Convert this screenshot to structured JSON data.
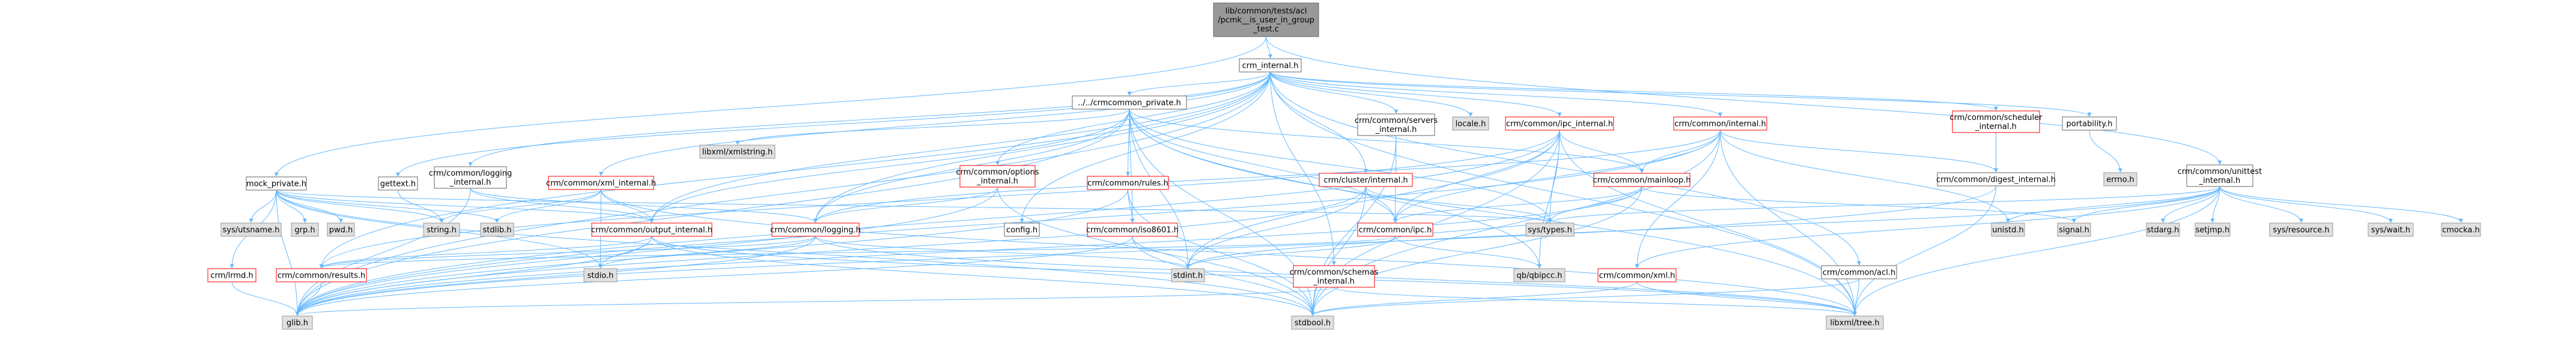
{
  "colors": {
    "edge": "#63b8ff",
    "root_fill": "#999999",
    "root_stroke": "#666666",
    "node_fill": "#ffffff",
    "node_stroke": "#666666",
    "link_stroke": "#ff0000",
    "external_fill": "#e0e0e0",
    "external_stroke": "#999999",
    "text": "#000000"
  },
  "nodes": [
    {
      "id": "root",
      "kind": "root",
      "lines": [
        "lib/common/tests/acl",
        "/pcmk__is_user_in_group",
        "_test.c"
      ]
    },
    {
      "id": "crm_internal",
      "kind": "plain",
      "lines": [
        "crm_internal.h"
      ]
    },
    {
      "id": "crm_unittest",
      "kind": "plain",
      "lines": [
        "crm/common/unittest",
        "_internal.h"
      ]
    },
    {
      "id": "mock_private",
      "kind": "plain",
      "lines": [
        "mock_private.h"
      ]
    },
    {
      "id": "gettext",
      "kind": "plain",
      "lines": [
        "gettext.h"
      ]
    },
    {
      "id": "logging_internal",
      "kind": "plain",
      "lines": [
        "crm/common/logging",
        "_internal.h"
      ]
    },
    {
      "id": "crmcommon_private",
      "kind": "plain",
      "lines": [
        "../../crmcommon_private.h"
      ]
    },
    {
      "id": "servers_internal",
      "kind": "plain",
      "lines": [
        "crm/common/servers",
        "_internal.h"
      ]
    },
    {
      "id": "locale",
      "kind": "external",
      "lines": [
        "locale.h"
      ]
    },
    {
      "id": "ipc_internal",
      "kind": "link",
      "lines": [
        "crm/common/ipc_internal.h"
      ]
    },
    {
      "id": "common_internal",
      "kind": "link",
      "lines": [
        "crm/common/internal.h"
      ]
    },
    {
      "id": "scheduler_internal",
      "kind": "link",
      "lines": [
        "crm/common/scheduler",
        "_internal.h"
      ]
    },
    {
      "id": "portability",
      "kind": "plain",
      "lines": [
        "portability.h"
      ]
    },
    {
      "id": "errno",
      "kind": "external",
      "lines": [
        "errno.h"
      ]
    },
    {
      "id": "digest_internal",
      "kind": "plain",
      "lines": [
        "crm/common/digest_internal.h"
      ]
    },
    {
      "id": "xml_internal",
      "kind": "link",
      "lines": [
        "crm/common/xml_internal.h"
      ]
    },
    {
      "id": "libxml_xmlstring",
      "kind": "external",
      "lines": [
        "libxml/xmlstring.h"
      ]
    },
    {
      "id": "options_internal",
      "kind": "link",
      "lines": [
        "crm/common/options",
        "_internal.h"
      ]
    },
    {
      "id": "rules",
      "kind": "link",
      "lines": [
        "crm/common/rules.h"
      ]
    },
    {
      "id": "cluster_internal",
      "kind": "link",
      "lines": [
        "crm/cluster/internal.h"
      ]
    },
    {
      "id": "mainloop",
      "kind": "link",
      "lines": [
        "crm/common/mainloop.h"
      ]
    },
    {
      "id": "sys_utsname",
      "kind": "external",
      "lines": [
        "sys/utsname.h"
      ]
    },
    {
      "id": "grp",
      "kind": "external",
      "lines": [
        "grp.h"
      ]
    },
    {
      "id": "pwd",
      "kind": "external",
      "lines": [
        "pwd.h"
      ]
    },
    {
      "id": "string",
      "kind": "external",
      "lines": [
        "string.h"
      ]
    },
    {
      "id": "stdlib",
      "kind": "external",
      "lines": [
        "stdlib.h"
      ]
    },
    {
      "id": "output_internal",
      "kind": "link",
      "lines": [
        "crm/common/output_internal.h"
      ]
    },
    {
      "id": "logging",
      "kind": "link",
      "lines": [
        "crm/common/logging.h"
      ]
    },
    {
      "id": "config",
      "kind": "plain",
      "lines": [
        "config.h"
      ]
    },
    {
      "id": "iso8601",
      "kind": "link",
      "lines": [
        "crm/common/iso8601.h"
      ]
    },
    {
      "id": "ipc",
      "kind": "link",
      "lines": [
        "crm/common/ipc.h"
      ]
    },
    {
      "id": "sys_types",
      "kind": "external",
      "lines": [
        "sys/types.h"
      ]
    },
    {
      "id": "unistd",
      "kind": "external",
      "lines": [
        "unistd.h"
      ]
    },
    {
      "id": "signal",
      "kind": "external",
      "lines": [
        "signal.h"
      ]
    },
    {
      "id": "stdarg",
      "kind": "external",
      "lines": [
        "stdarg.h"
      ]
    },
    {
      "id": "setjmp",
      "kind": "external",
      "lines": [
        "setjmp.h"
      ]
    },
    {
      "id": "sys_resource",
      "kind": "external",
      "lines": [
        "sys/resource.h"
      ]
    },
    {
      "id": "sys_wait",
      "kind": "external",
      "lines": [
        "sys/wait.h"
      ]
    },
    {
      "id": "cmocka",
      "kind": "external",
      "lines": [
        "cmocka.h"
      ]
    },
    {
      "id": "crm_lrmd",
      "kind": "link",
      "lines": [
        "crm/lrmd.h"
      ]
    },
    {
      "id": "results",
      "kind": "link",
      "lines": [
        "crm/common/results.h"
      ]
    },
    {
      "id": "stdio",
      "kind": "external",
      "lines": [
        "stdio.h"
      ]
    },
    {
      "id": "schemas_internal",
      "kind": "link",
      "lines": [
        "crm/common/schemas",
        "_internal.h"
      ]
    },
    {
      "id": "stdint",
      "kind": "external",
      "lines": [
        "stdint.h"
      ]
    },
    {
      "id": "qb_ipcc",
      "kind": "external",
      "lines": [
        "qb/qbipcc.h"
      ]
    },
    {
      "id": "common_xml",
      "kind": "link",
      "lines": [
        "crm/common/xml.h"
      ]
    },
    {
      "id": "common_acl",
      "kind": "plain",
      "lines": [
        "crm/common/acl.h"
      ]
    },
    {
      "id": "glib",
      "kind": "external",
      "lines": [
        "glib.h"
      ]
    },
    {
      "id": "stdbool",
      "kind": "external",
      "lines": [
        "stdbool.h"
      ]
    },
    {
      "id": "libxml_tree",
      "kind": "external",
      "lines": [
        "libxml/tree.h"
      ]
    }
  ],
  "edges": [
    [
      "root",
      "crm_internal"
    ],
    [
      "root",
      "crm_unittest"
    ],
    [
      "root",
      "mock_private"
    ],
    [
      "crm_internal",
      "crmcommon_private"
    ],
    [
      "crm_internal",
      "servers_internal"
    ],
    [
      "crm_internal",
      "locale"
    ],
    [
      "crm_internal",
      "ipc_internal"
    ],
    [
      "crm_internal",
      "common_internal"
    ],
    [
      "crm_internal",
      "scheduler_internal"
    ],
    [
      "crm_internal",
      "portability"
    ],
    [
      "crm_internal",
      "gettext"
    ],
    [
      "crm_internal",
      "logging_internal"
    ],
    [
      "crm_internal",
      "xml_internal"
    ],
    [
      "crm_internal",
      "options_internal"
    ],
    [
      "crm_internal",
      "cluster_internal"
    ],
    [
      "crm_internal",
      "schemas_internal"
    ],
    [
      "crm_internal",
      "config"
    ],
    [
      "crm_internal",
      "glib"
    ],
    [
      "crm_internal",
      "libxml_tree"
    ],
    [
      "crm_internal",
      "output_internal"
    ],
    [
      "crm_internal",
      "results"
    ],
    [
      "crm_internal",
      "common_acl"
    ],
    [
      "crm_internal",
      "logging"
    ],
    [
      "portability",
      "errno"
    ],
    [
      "scheduler_internal",
      "digest_internal"
    ],
    [
      "common_internal",
      "digest_internal"
    ],
    [
      "common_internal",
      "mainloop"
    ],
    [
      "common_internal",
      "unistd"
    ],
    [
      "common_internal",
      "glib"
    ],
    [
      "common_internal",
      "libxml_tree"
    ],
    [
      "common_internal",
      "stdbool"
    ],
    [
      "common_internal",
      "logging"
    ],
    [
      "common_internal",
      "ipc"
    ],
    [
      "common_internal",
      "common_xml"
    ],
    [
      "ipc_internal",
      "mainloop"
    ],
    [
      "ipc_internal",
      "ipc"
    ],
    [
      "ipc_internal",
      "sys_types"
    ],
    [
      "ipc_internal",
      "stdint"
    ],
    [
      "ipc_internal",
      "qb_ipcc"
    ],
    [
      "ipc_internal",
      "stdbool"
    ],
    [
      "ipc_internal",
      "glib"
    ],
    [
      "ipc_internal",
      "libxml_tree"
    ],
    [
      "ipc_internal",
      "results"
    ],
    [
      "digest_internal",
      "glib"
    ],
    [
      "digest_internal",
      "libxml_tree"
    ],
    [
      "servers_internal",
      "ipc"
    ],
    [
      "servers_internal",
      "stdbool"
    ],
    [
      "crmcommon_private",
      "libxml_xmlstring"
    ],
    [
      "crmcommon_private",
      "rules"
    ],
    [
      "crmcommon_private",
      "glib"
    ],
    [
      "crmcommon_private",
      "stdint"
    ],
    [
      "crmcommon_private",
      "mainloop"
    ],
    [
      "crmcommon_private",
      "ipc"
    ],
    [
      "crmcommon_private",
      "libxml_tree"
    ],
    [
      "crmcommon_private",
      "output_internal"
    ],
    [
      "crmcommon_private",
      "logging"
    ],
    [
      "crmcommon_private",
      "sys_types"
    ],
    [
      "crmcommon_private",
      "qb_ipcc"
    ],
    [
      "crmcommon_private",
      "stdbool"
    ],
    [
      "crmcommon_private",
      "iso8601"
    ],
    [
      "xml_internal",
      "stdio"
    ],
    [
      "xml_internal",
      "string"
    ],
    [
      "xml_internal",
      "stdlib"
    ],
    [
      "xml_internal",
      "output_internal"
    ],
    [
      "xml_internal",
      "libxml_tree"
    ],
    [
      "options_internal",
      "glib"
    ],
    [
      "options_internal",
      "stdbool"
    ],
    [
      "options_internal",
      "logging"
    ],
    [
      "rules",
      "glib"
    ],
    [
      "rules",
      "iso8601"
    ],
    [
      "rules",
      "stdbool"
    ],
    [
      "cluster_internal",
      "stdint"
    ],
    [
      "cluster_internal",
      "glib"
    ],
    [
      "cluster_internal",
      "stdbool"
    ],
    [
      "cluster_internal",
      "ipc"
    ],
    [
      "cluster_internal",
      "sys_types"
    ],
    [
      "mainloop",
      "signal"
    ],
    [
      "mainloop",
      "sys_types"
    ],
    [
      "mainloop",
      "ipc"
    ],
    [
      "mainloop",
      "glib"
    ],
    [
      "mainloop",
      "stdbool"
    ],
    [
      "logging_internal",
      "glib"
    ],
    [
      "logging_internal",
      "logging"
    ],
    [
      "logging_internal",
      "output_internal"
    ],
    [
      "gettext",
      "string"
    ],
    [
      "mock_private",
      "sys_utsname"
    ],
    [
      "mock_private",
      "grp"
    ],
    [
      "mock_private",
      "pwd"
    ],
    [
      "mock_private",
      "string"
    ],
    [
      "mock_private",
      "stdlib"
    ],
    [
      "mock_private",
      "stdio"
    ],
    [
      "mock_private",
      "glib"
    ],
    [
      "mock_private",
      "sys_types"
    ],
    [
      "mock_private",
      "stdbool"
    ],
    [
      "mock_private",
      "crm_lrmd"
    ],
    [
      "mock_private",
      "output_internal"
    ],
    [
      "output_internal",
      "stdio"
    ],
    [
      "output_internal",
      "libxml_tree"
    ],
    [
      "output_internal",
      "glib"
    ],
    [
      "output_internal",
      "stdbool"
    ],
    [
      "output_internal",
      "results"
    ],
    [
      "logging",
      "stdio"
    ],
    [
      "logging",
      "glib"
    ],
    [
      "logging",
      "stdint"
    ],
    [
      "logging",
      "libxml_tree"
    ],
    [
      "logging",
      "results"
    ],
    [
      "iso8601",
      "stdbool"
    ],
    [
      "iso8601",
      "stdint"
    ],
    [
      "iso8601",
      "glib"
    ],
    [
      "ipc",
      "sys_types"
    ],
    [
      "ipc",
      "stdint"
    ],
    [
      "ipc",
      "qb_ipcc"
    ],
    [
      "ipc",
      "results"
    ],
    [
      "schemas_internal",
      "glib"
    ],
    [
      "schemas_internal",
      "libxml_tree"
    ],
    [
      "common_xml",
      "stdbool"
    ],
    [
      "common_xml",
      "libxml_tree"
    ],
    [
      "common_acl",
      "libxml_tree"
    ],
    [
      "common_acl",
      "stdbool"
    ],
    [
      "crm_lrmd",
      "glib"
    ],
    [
      "results",
      "glib"
    ],
    [
      "crm_unittest",
      "signal"
    ],
    [
      "crm_unittest",
      "stdarg"
    ],
    [
      "crm_unittest",
      "setjmp"
    ],
    [
      "crm_unittest",
      "sys_resource"
    ],
    [
      "crm_unittest",
      "sys_types"
    ],
    [
      "crm_unittest",
      "sys_wait"
    ],
    [
      "crm_unittest",
      "unistd"
    ],
    [
      "crm_unittest",
      "cmocka"
    ],
    [
      "crm_unittest",
      "libxml_tree"
    ],
    [
      "crm_unittest",
      "stdint"
    ],
    [
      "crm_unittest",
      "common_xml"
    ]
  ]
}
